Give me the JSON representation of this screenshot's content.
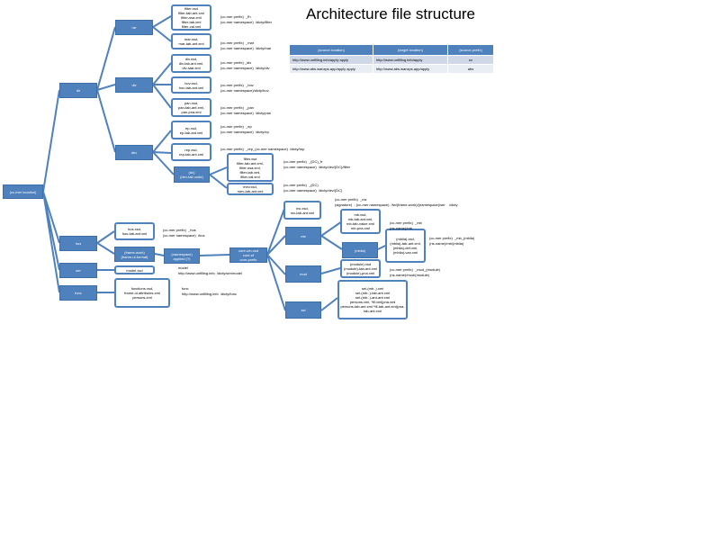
{
  "title": "Architecture file structure",
  "table": {
    "headers": [
      "(source location)",
      "(target location)",
      "(source prefix)"
    ],
    "rows": [
      [
        "http://www.unfilling.info/apply      apply",
        "http://www.unfilling.info/apply",
        "ux"
      ],
      [
        "http://www.abs.wanzps.app/apply      apply",
        "http://www.abs.wanzps.app/apply",
        "abs"
      ]
    ]
  },
  "nodes": {
    "root": "(cc-mer location)",
    "dir": "dir",
    "rar": "rar",
    "div": "div",
    "dev": "dev",
    "l1": "filter.xsd\nfilter-tab-ant.xml\nfilter-ssa.xml\nfilter-tab.xml\nfilter-val.xml",
    "l2": "mar.xsd,\nmar-tab-ant.xml",
    "l3": "div.xsd,\ndiv-tab-ant.xml,\ndiv-stat.xml",
    "l4": "hov.xsd,\nhov-tab-ant.xml",
    "l5": "pan.xsd,\npan-tab-ant.xml,\npan-pna.xml",
    "l6": "ep.xsd,\nep-tab-ant.xml",
    "l7": "rep.xsd,\nrep-tab-ant.xml",
    "dc": "(dc)\n(dev-tab code)",
    "l8": "filter.xsd\nfilter-tab-ant.xml,\nfilter-ssa.xml,\nfilter-tab.xml,\nfilter-val.xml",
    "l9": "mev.xsd,\nmev-tab-ant.xml",
    "hus": "hus",
    "ser": "ser",
    "func": "func",
    "l10": "hus.xsd,\nhus-tab-ant.xml",
    "fw": "(frame-work)\n(frame-ui-format)",
    "l11": "model.xsd",
    "l12": "functions.xsd,\nframe-ui-attributes.xml\npersons.xml",
    "nm": "(namespace)\napplied (?)",
    "core": "core-cm-xsd\ncore-ef\ncore-prefix",
    "l13": "mc.xsd,\nmc-tab-ant.xml",
    "mb": "mb",
    "mod": "mod",
    "sel": "sel",
    "mblia": "(mblia)",
    "l14": "mb.xsd,\nmb-tab-ant.xml,\nmb-tab-value.xml\nmb-pna.xml",
    "l15": "(mblia).xsd,\n(mblia)-tab-ant.xml,\n(mblia)-def.xml,\n(mblia)-van.xml",
    "l16": "(module).xsd\n(module)-tab-ant.xml\n(module)-pna.xml",
    "l17": "sel-(mb..).xml\nsel-(mb..)-tab-ant.xml\nsel-(mb..)-ant-ant.xml\npersons.xml, *fil.xml|pna.xml\npersons-tab-ant.xml *fil-tab-ant.xml|pna-tab-ant.xml"
  },
  "notes": {
    "a1": "(cc-mer prefix)  _fh\n(cc-mer namespace)  /dicty/filter",
    "a2": "(cc-mer prefix)  _mar\n(cc-mer namespace)  /dicty/mar",
    "a3": "(cc-mer prefix) _div\n(cc-mer namespace)  /dicty/div",
    "a4": "(cc-mer prefix)  _hov\n(cc-mer namespace)/dicty/hov",
    "a5": "(cc-mer prefix)  _pan\n(cc-mer namespace)  /dicty/pan",
    "a6": "(cc-mer prefix)  _ep\n(cc-mer namespace)  /dicty/ep",
    "a7": "(cc-mer prefix)  _rep_(cc-mer namespace)  /dicty/rep",
    "a8": "(cc-mer prefix)  _(DC)_fr\n(cc-mer namespace)  /dicty/dev/(DC)/filter",
    "a9": "(cc-mer prefix)  _(DC)\n(cc-mer namespace)  /dicty/dev/(DC)",
    "a10": "(cc-mer prefix)  _hus\n(cc-mer namespace)  /hus",
    "a11": "model\nhttp://www.unfilling.info  /dicty/ser/model",
    "a12": "func\nhttp://www.unfilling.info  /dicty/func",
    "a13": "(cc-mer prefix)  _mc\n(signature)  - (cc-mer namespace)  /fw/(frame-work)/(namespace)/ser    /dicty",
    "a14": "(cc-mer prefix)  _mb\n(ns-name)/mb",
    "a15": "(cc-mer prefix)  _mb_(mblia)\n(ns-name)/mb/(mblia)",
    "a16": "(cc-mer prefix)  _mod_(module)\n(ns-name)/mod/(module)"
  },
  "colors": {
    "accent": "#4f81bd"
  }
}
